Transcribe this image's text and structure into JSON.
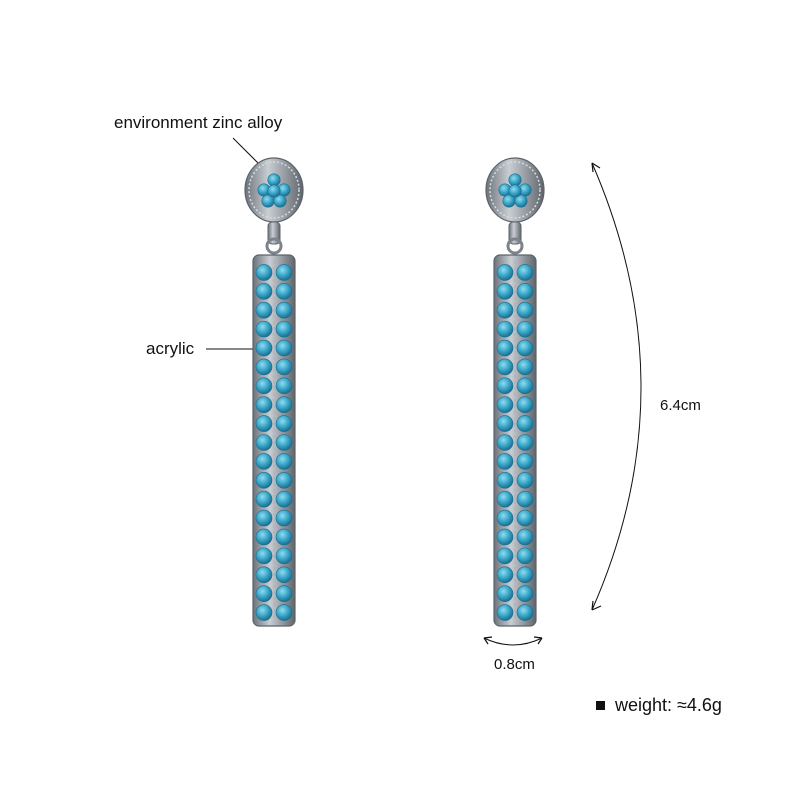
{
  "annotations": {
    "material_top": "environment zinc alloy",
    "material_bar": "acrylic",
    "length": "6.4cm",
    "width": "0.8cm",
    "weight": "weight: ≈4.6g"
  },
  "colors": {
    "stone": "#3aa6c8",
    "stone_light": "#7fd0e6",
    "stone_dark": "#1f7fa3",
    "metal": "#9aa1a8",
    "metal_dark": "#5c636a"
  },
  "earring_count": 2,
  "stone_rows": 19
}
